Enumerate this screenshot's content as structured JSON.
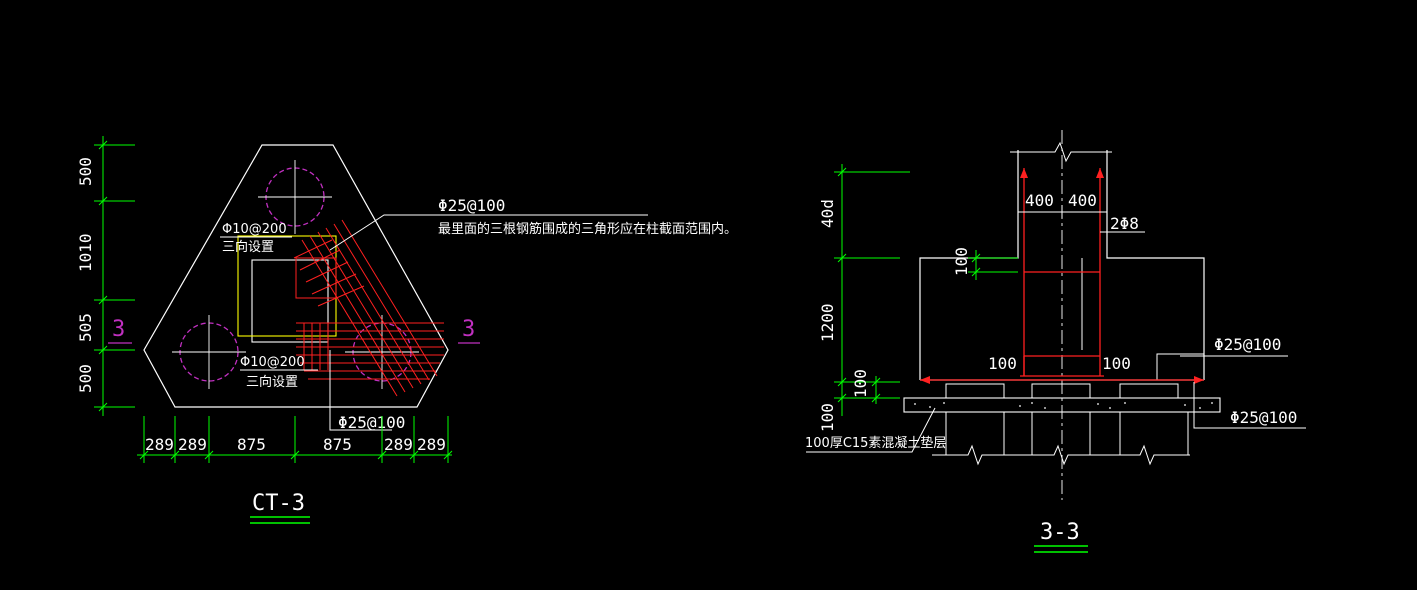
{
  "left_plan": {
    "title": "CT-3",
    "section_mark_left": "3",
    "section_mark_right": "3",
    "vertical_dims": [
      "500",
      "1010",
      "505",
      "500"
    ],
    "horizontal_dims": [
      "289",
      "289",
      "875",
      "875",
      "289",
      "289"
    ],
    "label_phi25_top": "Φ25@100",
    "note_top": "最里面的三根钢筋围成的三角形应在柱截面范围内。",
    "label_phi10_upper": "Φ10@200",
    "label_three_dir_upper": "三向设置",
    "label_phi10_lower": "Φ10@200",
    "label_three_dir_lower": "三向设置",
    "label_phi25_bottom": "Φ25@100"
  },
  "right_section": {
    "title": "3-3",
    "vertical_dims": [
      "40d",
      "1200",
      "100",
      "100"
    ],
    "dim_100_top": "100",
    "top_dims": [
      "400",
      "400"
    ],
    "label_2phi8": "2Φ8",
    "label_100_left": "100",
    "label_100_right": "100",
    "label_phi25_upper": "Φ25@100",
    "label_phi25_lower": "Φ25@100",
    "label_cushion": "100厚C15素混凝土垫层"
  },
  "colors": {
    "background": "#000000",
    "outline": "#ffffff",
    "dimension": "#00ff00",
    "rebar": "#ff2020",
    "pile": "#c030c0",
    "column": "#ffff00"
  }
}
